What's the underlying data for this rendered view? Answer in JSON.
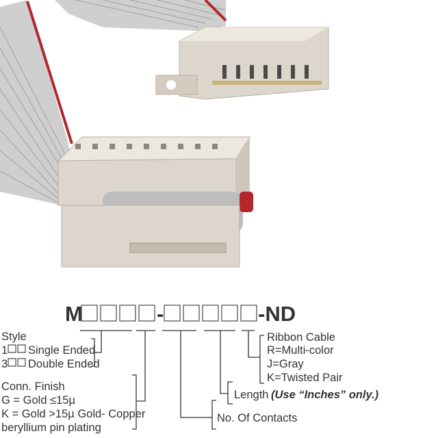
{
  "part_number": {
    "prefix": "M",
    "dash": "-",
    "suffix": "-ND",
    "first_group_boxes": 4,
    "second_group_boxes": 5
  },
  "style": {
    "title": "Style",
    "options": [
      {
        "code": "1",
        "label": "Single Ended"
      },
      {
        "code": "3",
        "label": "Double Ended"
      }
    ]
  },
  "finish": {
    "title": "Conn. Finish",
    "lines": [
      "G = Gold ≤15µ",
      "K = Gold >15µ Gold- Copper",
      "beryllium pin plating"
    ]
  },
  "contacts": {
    "label": "No. Of Contacts"
  },
  "length": {
    "label": "Length",
    "note": "(Use “Inches” only.)"
  },
  "cable": {
    "title": "Ribbon Cable",
    "options": [
      "R=Multi-color",
      "J=Gray",
      "K=Twisted Pair"
    ]
  },
  "colors": {
    "connector": "#ddd6cc",
    "cable": "#c9c9c9",
    "stripe": "#b3262a",
    "text": "#333333"
  }
}
